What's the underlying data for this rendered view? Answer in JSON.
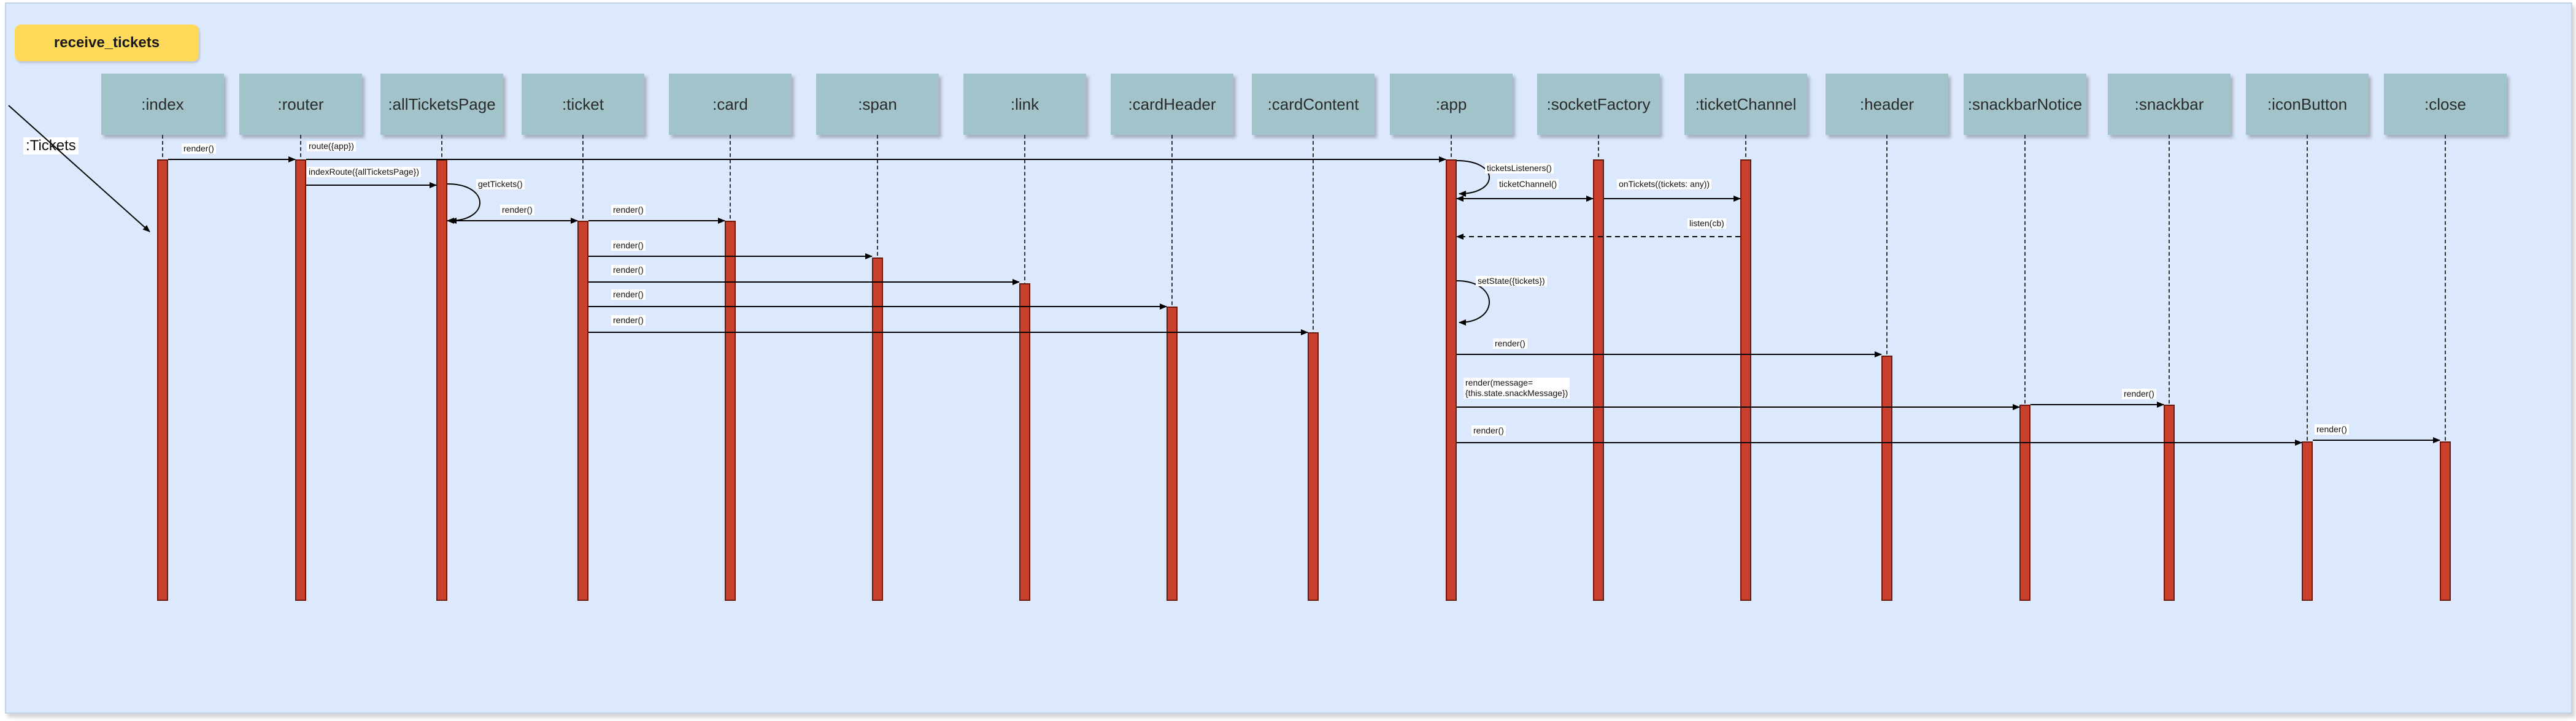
{
  "diagram": {
    "title": "receive_tickets",
    "actor_label": ":Tickets",
    "participants": [
      ":index",
      ":router",
      ":allTicketsPage",
      ":ticket",
      ":card",
      ":span",
      ":link",
      ":cardHeader",
      ":cardContent",
      ":app",
      ":socketFactory",
      ":ticketChannel",
      ":header",
      ":snackbarNotice",
      ":snackbar",
      ":iconButton",
      ":close"
    ],
    "messages": [
      {
        "from": 0,
        "to": 1,
        "label": "render()"
      },
      {
        "from": 1,
        "to": 9,
        "label": "route({app})"
      },
      {
        "from": 1,
        "to": 2,
        "label": "indexRoute({allTicketsPage})"
      },
      {
        "from": 2,
        "to": 2,
        "label": "getTickets()",
        "self": true
      },
      {
        "from": 2,
        "to": 3,
        "label": "render()",
        "bidirectional": true
      },
      {
        "from": 3,
        "to": 4,
        "label": "render()"
      },
      {
        "from": 3,
        "to": 5,
        "label": "render()"
      },
      {
        "from": 3,
        "to": 6,
        "label": "render()"
      },
      {
        "from": 3,
        "to": 7,
        "label": "render()"
      },
      {
        "from": 3,
        "to": 8,
        "label": "render()"
      },
      {
        "from": 9,
        "to": 9,
        "label": "ticketsListeners()",
        "self": true
      },
      {
        "from": 9,
        "to": 10,
        "label": "ticketChannel()",
        "bidirectional": true
      },
      {
        "from": 10,
        "to": 11,
        "label": "onTickets((tickets: any))"
      },
      {
        "from": 11,
        "to": 9,
        "label": "listen(cb)",
        "dashed": true
      },
      {
        "from": 9,
        "to": 9,
        "label": "setState({tickets})",
        "self": true
      },
      {
        "from": 9,
        "to": 12,
        "label": "render()"
      },
      {
        "from": 9,
        "to": 13,
        "label": "render(message=\n{this.state.snackMessage})"
      },
      {
        "from": 13,
        "to": 14,
        "label": "render()"
      },
      {
        "from": 9,
        "to": 15,
        "label": "render()"
      },
      {
        "from": 15,
        "to": 16,
        "label": "render()"
      }
    ]
  }
}
